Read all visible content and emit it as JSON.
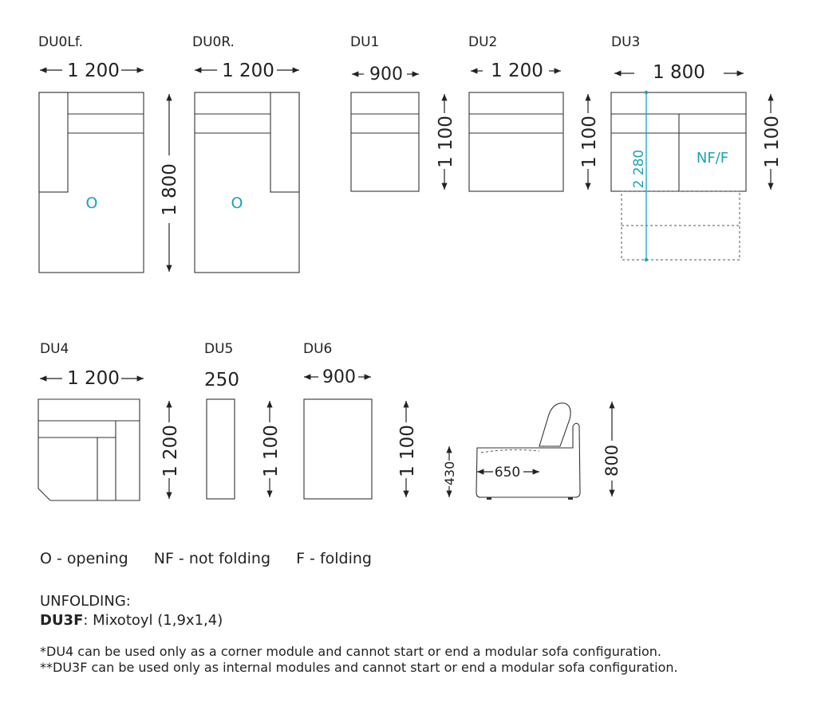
{
  "modules": {
    "du0lf": {
      "name": "DU0Lf.",
      "width": "1 200",
      "depth": "1 800",
      "symbol": "O"
    },
    "du0r": {
      "name": "DU0R.",
      "width": "1 200",
      "depth": "1 800",
      "symbol": "O"
    },
    "du1": {
      "name": "DU1",
      "width": "900",
      "depth": "1 100"
    },
    "du2": {
      "name": "DU2",
      "width": "1 200",
      "depth": "1 100"
    },
    "du3": {
      "name": "DU3",
      "width": "1 800",
      "depth": "1 100",
      "extended": "2 280",
      "fold_label": "NF/F"
    },
    "du4": {
      "name": "DU4",
      "width": "1 200",
      "depth": "1 200"
    },
    "du5": {
      "name": "DU5",
      "width": "250",
      "depth": "1 100"
    },
    "du6": {
      "name": "DU6",
      "width": "900",
      "depth": "1 100"
    }
  },
  "side_view": {
    "seat_height": "430",
    "seat_depth": "650",
    "total_height": "800"
  },
  "legend": {
    "opening": "O - opening",
    "not_folding": "NF - not folding",
    "folding": "F - folding"
  },
  "unfolding": {
    "title": "UNFOLDING:",
    "model": "DU3F",
    "mechanism": ": Mixotoyl (1,9x1,4)"
  },
  "notes": [
    "*DU4 can be used only as a corner module and cannot start or end a modular sofa configuration.",
    "**DU3F can be used only as internal modules and cannot start or end a modular sofa configuration."
  ],
  "colors": {
    "accent": "#1aa3b8",
    "line": "#333333"
  }
}
